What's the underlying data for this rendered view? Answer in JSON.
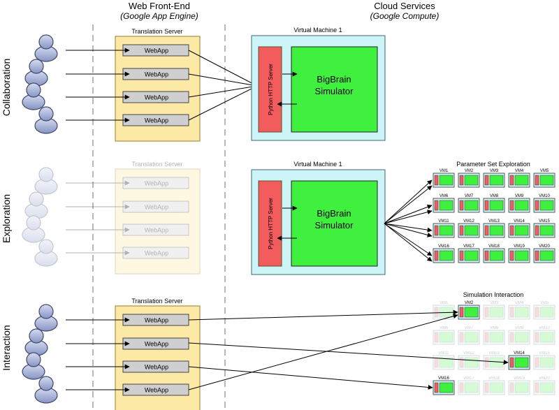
{
  "columns": {
    "frontend_title": "Web Front-End",
    "frontend_subtitle": "(Google App Engine)",
    "cloud_title": "Cloud Services",
    "cloud_subtitle": "(Google Compute)"
  },
  "rows": [
    {
      "id": "collaboration",
      "label": "Collaboration",
      "faded": false,
      "translation_server_label": "Translation Server",
      "webapp_label": "WebApp",
      "vm_label": "Virtual Machine 1",
      "http_server_label": "Python HTTP Server",
      "simulator_line1": "BigBrain",
      "simulator_line2": "Simulator"
    },
    {
      "id": "exploration",
      "label": "Exploration",
      "faded": true,
      "translation_server_label": "Translation Server",
      "webapp_label": "WebApp",
      "vm_label": "Virtual Machine 1",
      "http_server_label": "Python HTTP Server",
      "simulator_line1": "BigBrain",
      "simulator_line2": "Simulator",
      "grid_title": "Parameter Set Exploration"
    },
    {
      "id": "interaction",
      "label": "Interaction",
      "faded": false,
      "translation_server_label": "Translation Server",
      "webapp_label": "WebApp",
      "grid_title": "Simulation Interaction",
      "active_vms": [
        "VM2",
        "VM14",
        "VM16"
      ]
    }
  ],
  "vm_names": [
    "VM1",
    "VM2",
    "VM3",
    "VM4",
    "VM5",
    "VM6",
    "VM7",
    "VM8",
    "VM9",
    "VM10",
    "VM11",
    "VM12",
    "VM13",
    "VM14",
    "VM15",
    "VM16",
    "VM17",
    "VM18",
    "VM19",
    "VM20"
  ],
  "colors": {
    "server_fill": "#fce9a6",
    "server_stroke": "#9c7a2a",
    "webapp_fill": "#cfcfcf",
    "vm_fill": "#cdf5f7",
    "vm_stroke": "#3a6a70",
    "http_fill": "#f25c5c",
    "sim_fill": "#3ff03f",
    "person_fill": "#a8b4d8",
    "person_stroke": "#40486a"
  }
}
